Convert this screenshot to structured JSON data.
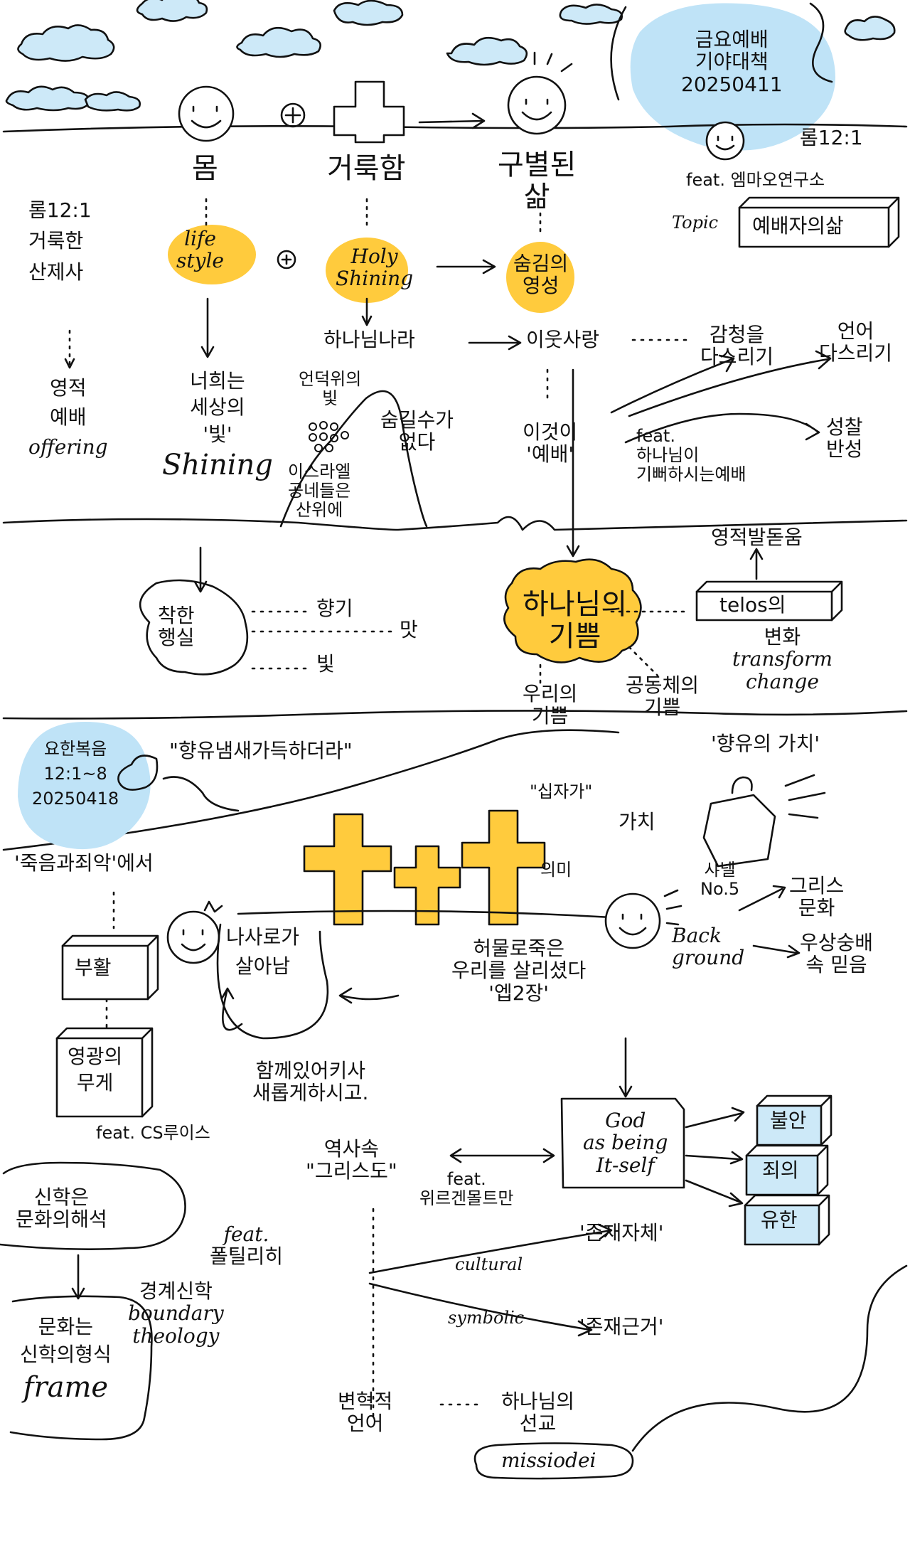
{
  "colors": {
    "ink": "#111111",
    "highlight": "#ffcb3d",
    "cloud": "#cde9f8",
    "sky": "#bfe3f7",
    "paper": "#ffffff"
  },
  "icons": [
    "cloud-icon",
    "smiley-face-icon",
    "cross-icon",
    "plus-circle-icon",
    "arrow-icon",
    "perfume-bottle-icon",
    "speech-bubble-icon",
    "box-icon"
  ],
  "header_note": {
    "lines": [
      "금요예배",
      "기야대책",
      "20250411"
    ]
  },
  "section1": {
    "col_body": {
      "title": "몸",
      "hl": [
        "life",
        "style"
      ],
      "sub": [
        "너희는",
        "세상의",
        "'빛'",
        "Shining"
      ]
    },
    "col_holy": {
      "title": "거룩함",
      "hl": [
        "Holy",
        "Shining"
      ],
      "below": "하나님나라"
    },
    "col_sep": {
      "title": [
        "구별된",
        "삶"
      ],
      "hl": [
        "숨김의",
        "영성"
      ],
      "below": "이웃사랑"
    },
    "roman": {
      "ref": "롬12:1",
      "feat": "feat. 엠마오연구소",
      "topic_label": "Topic",
      "topic": "예배자의삶"
    },
    "left_notes": {
      "lines": [
        "롬12:1",
        "거룩한",
        "산제사"
      ],
      "result": [
        "영적",
        "예배",
        "offering"
      ]
    },
    "mountain": {
      "top": [
        "언덕위의",
        "빛"
      ],
      "bottom": [
        "이스라엘",
        "공네들은",
        "산위에"
      ],
      "side": [
        "숨길수가",
        "없다"
      ]
    },
    "worship": {
      "label": [
        "이것이",
        "'예배'"
      ],
      "feat": [
        "feat.",
        "하나님이",
        "기뻐하시는예배"
      ]
    },
    "right_notes": {
      "hear": [
        "감청을",
        "다스리기"
      ],
      "lang": [
        "언어",
        "다스리기"
      ],
      "reflect": [
        "성찰",
        "반성"
      ]
    }
  },
  "section2": {
    "deeds": [
      "착한",
      "행실"
    ],
    "senses": {
      "smell": "향기",
      "taste": "맛",
      "light": "빛"
    },
    "joy": [
      "하나님의",
      "기쁨"
    ],
    "our_joy": [
      "우리의",
      "기쁨"
    ],
    "community_joy": [
      "공동체의",
      "기쁨"
    ],
    "telos": "telos의",
    "spiritual_growth": "영적발돋움",
    "change": [
      "변화",
      "transform",
      "change"
    ]
  },
  "section3": {
    "gospel": [
      "요한복음",
      "12:1~8",
      "20250418"
    ],
    "quote": "\"향유냄새가득하더라\"",
    "value": "'향유의 가치'",
    "chanel": [
      "샤넬",
      "No.5"
    ],
    "cross_of": "\"십자가\"",
    "meaning": "의미",
    "worth": "가치",
    "death_sin": "'죽음과죄악'에서",
    "resurrection": "부활",
    "lazarus": [
      "나사로가",
      "살아남"
    ],
    "weight": [
      "영광의",
      "무게"
    ],
    "feat_cs": "feat. CS루이스",
    "shed": [
      "허물로죽은",
      "우리를 살리셨다",
      "'엡2장'"
    ],
    "back": [
      "Back",
      "ground"
    ],
    "greek": [
      "그리스",
      "문화"
    ],
    "idol": [
      "우상숭배",
      "속 믿음"
    ],
    "together": [
      "함께있어키사",
      "새롭게하시고."
    ]
  },
  "section4": {
    "history": [
      "역사속",
      "\"그리스도\""
    ],
    "feat_w": [
      "feat.",
      "위르겐몰트만"
    ],
    "god_box": [
      "God",
      "as being",
      "It-self"
    ],
    "boxes": [
      "불안",
      "죄의",
      "유한"
    ],
    "theology": [
      "신학은",
      "문화의해석"
    ],
    "culture": [
      "문화는",
      "신학의형식",
      "frame"
    ],
    "feat_paul": [
      "feat.",
      "폴틸리히"
    ],
    "boundary": [
      "경계신학",
      "boundary",
      "theology"
    ],
    "cultural": "cultural",
    "symbolic": "symbolic",
    "being_self": "'존재자체'",
    "ground": "'존재근거'",
    "language": [
      "변혁적",
      "언어"
    ],
    "mission": [
      "하나님의",
      "선교"
    ],
    "missio": "missiodei"
  }
}
